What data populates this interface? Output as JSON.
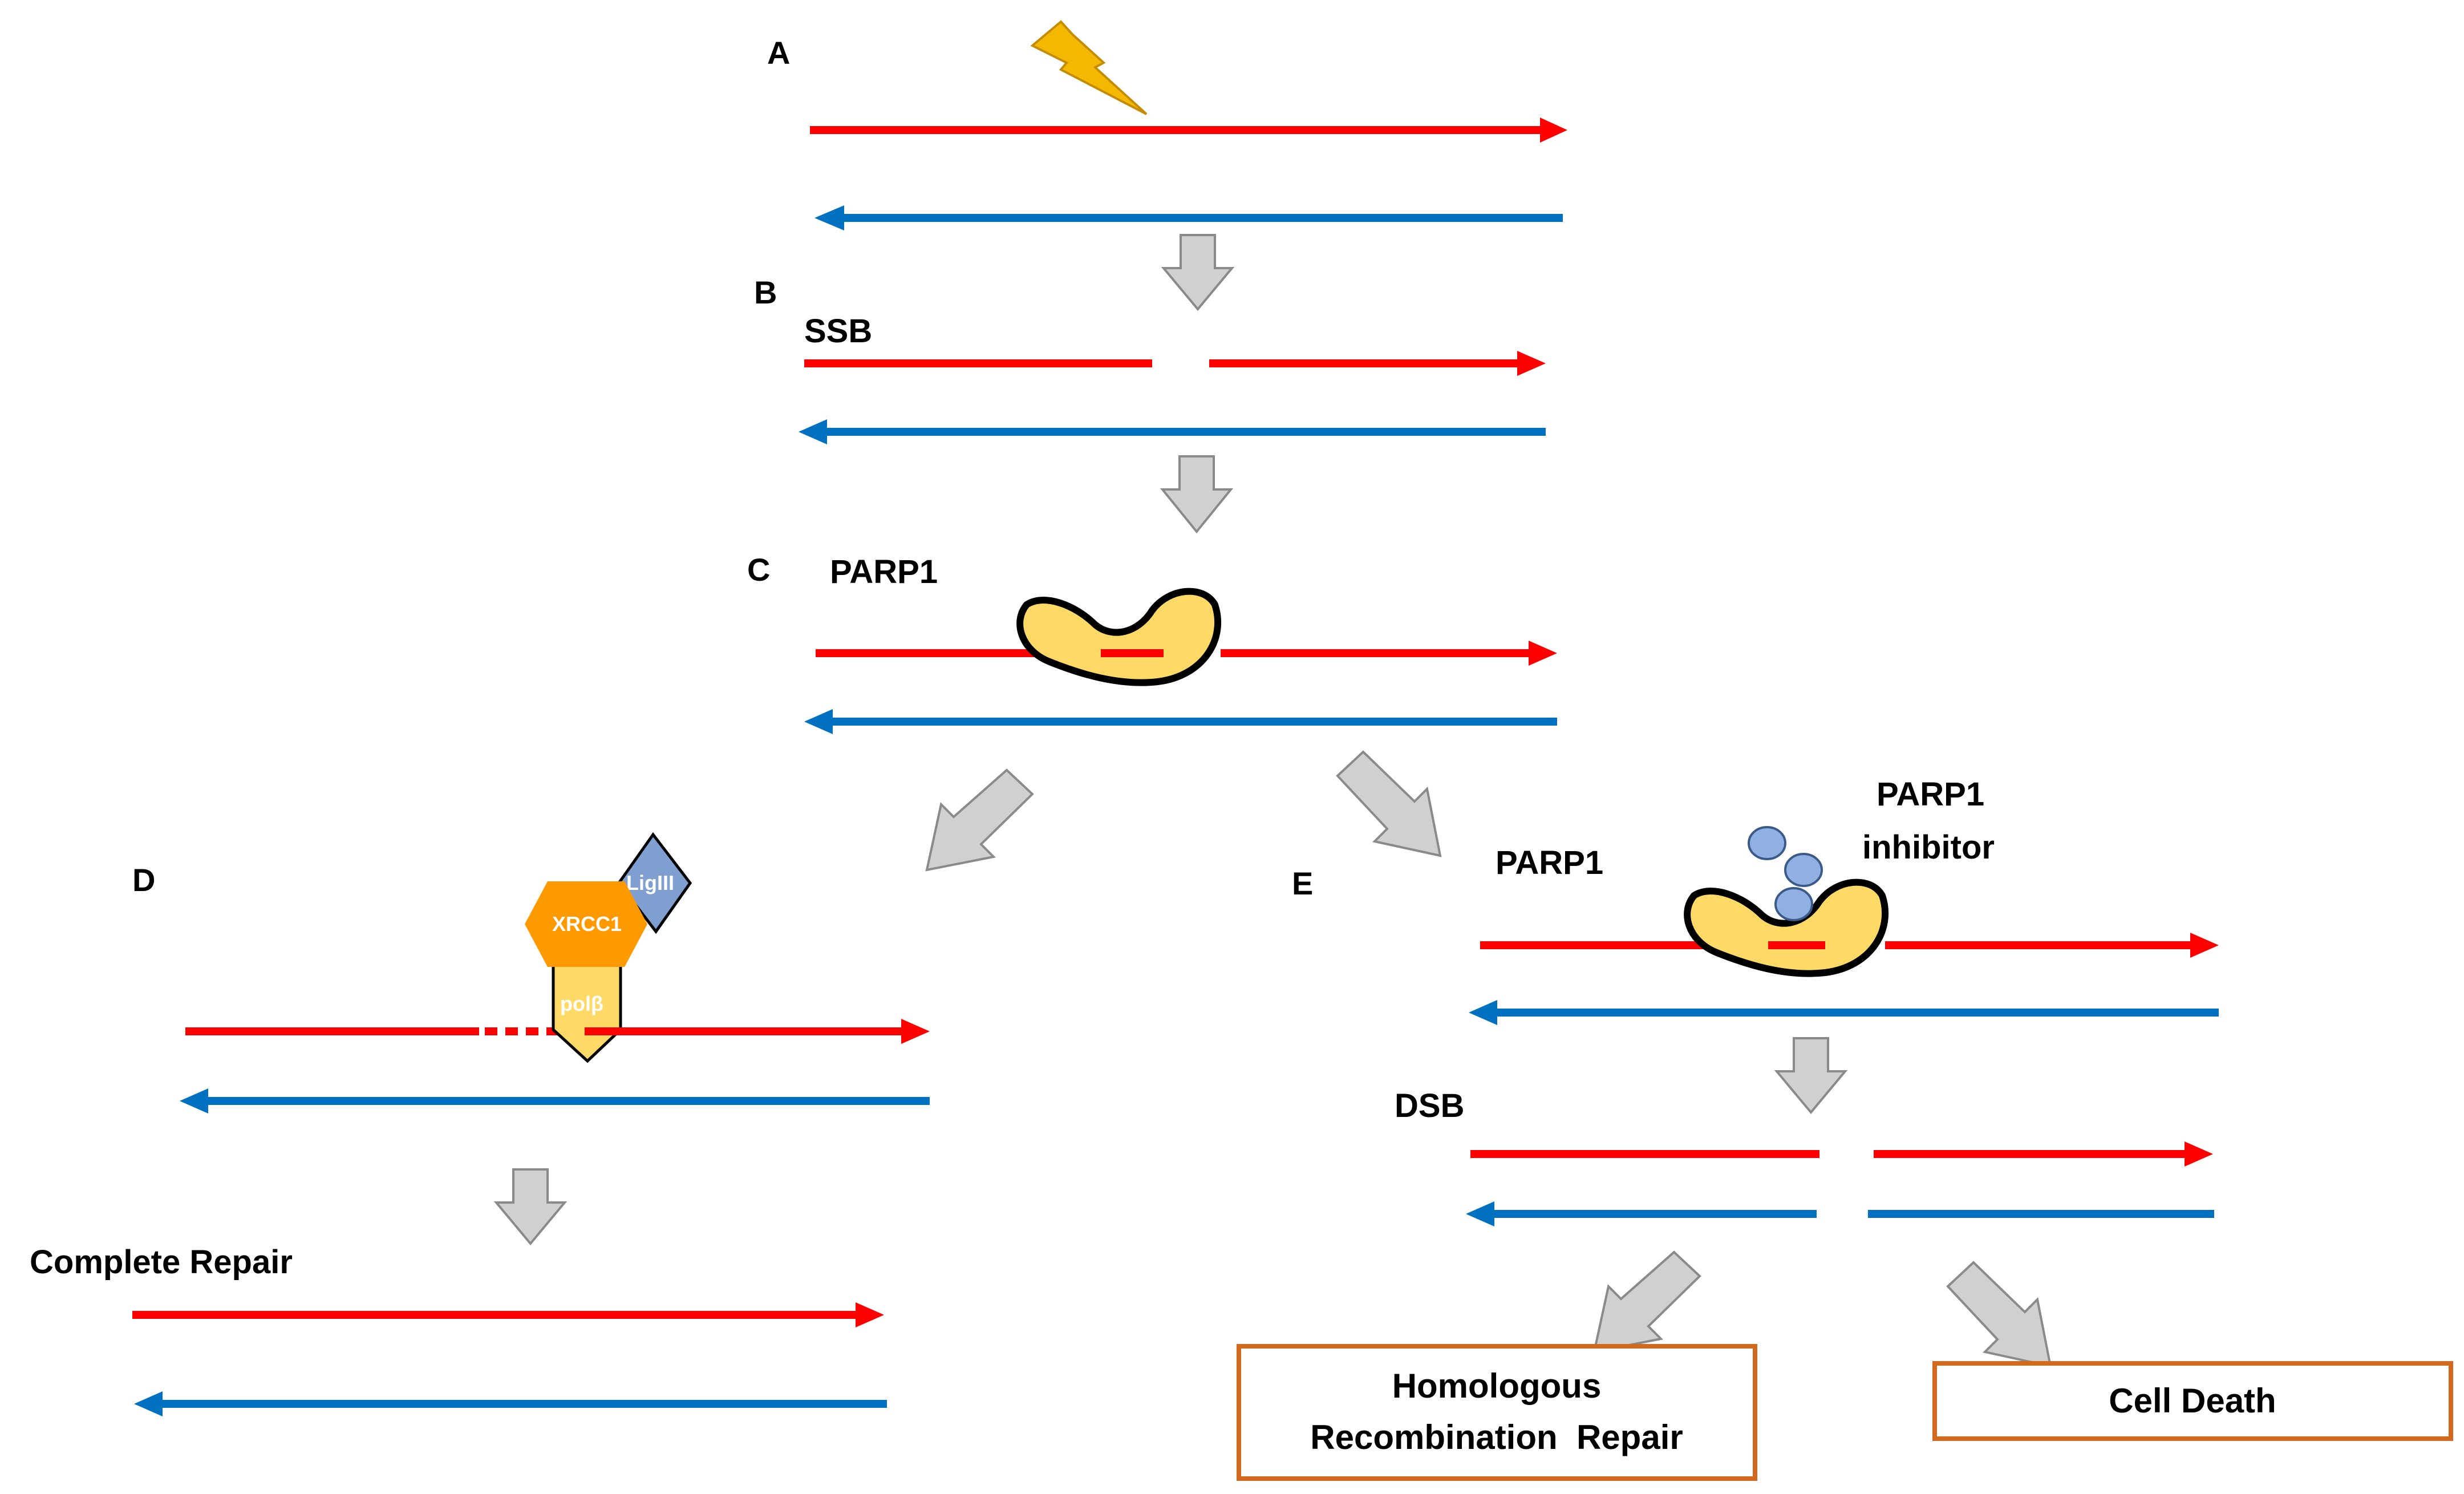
{
  "panels": {
    "a": "A",
    "b": "B",
    "c": "C",
    "d": "D",
    "e": "E"
  },
  "labels": {
    "ssb": "SSB",
    "parp1_c": "PARP1",
    "parp1_e": "PARP1",
    "inhibitor_line1": "PARP1",
    "inhibitor_line2": "inhibitor",
    "dsb": "DSB",
    "complete_repair": "Complete Repair"
  },
  "proteins": {
    "xrcc1": "XRCC1",
    "lig3": "LigIII",
    "polb": "polβ"
  },
  "outcomes": {
    "hr_line1": "Homologous",
    "hr_line2": "Recombination  Repair",
    "cell_death": "Cell Death"
  },
  "colors": {
    "strand_top": "#ff0000",
    "strand_bottom": "#0070c0",
    "process_arrow": "#d0d0d0",
    "parp1": "#ffd966",
    "xrcc1": "#ff9900",
    "lig3": "#7f9fd0",
    "polb": "#ffd966",
    "inhibitor": "#8fb0e0",
    "lightning": "#f5b800",
    "outcome_border": "#d2691e"
  }
}
